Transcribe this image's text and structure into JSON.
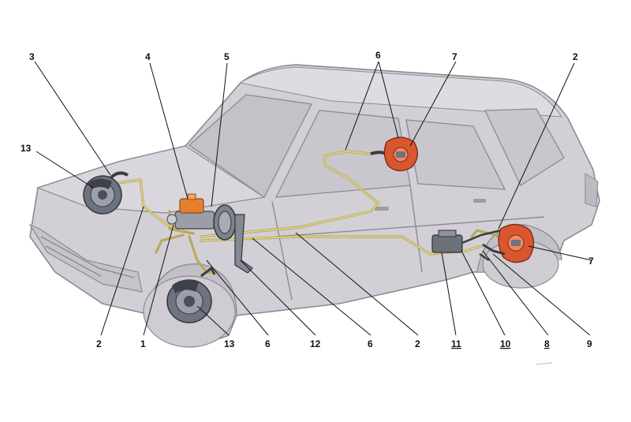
{
  "labels": [
    {
      "id": "lbl-3",
      "text": "3"
    },
    {
      "id": "lbl-4",
      "text": "4"
    },
    {
      "id": "lbl-5",
      "text": "5"
    },
    {
      "id": "lbl-6t",
      "text": "6"
    },
    {
      "id": "lbl-7t",
      "text": "7"
    },
    {
      "id": "lbl-2t",
      "text": "2"
    },
    {
      "id": "lbl-13a",
      "text": "13"
    },
    {
      "id": "lbl-7r",
      "text": "7"
    },
    {
      "id": "lbl-2a",
      "text": "2"
    },
    {
      "id": "lbl-1",
      "text": "1"
    },
    {
      "id": "lbl-13b",
      "text": "13"
    },
    {
      "id": "lbl-6a",
      "text": "6"
    },
    {
      "id": "lbl-12",
      "text": "12"
    },
    {
      "id": "lbl-6b",
      "text": "6"
    },
    {
      "id": "lbl-2b",
      "text": "2"
    },
    {
      "id": "lbl-11",
      "text": "11"
    },
    {
      "id": "lbl-10",
      "text": "10"
    },
    {
      "id": "lbl-8",
      "text": "8"
    },
    {
      "id": "lbl-9",
      "text": "9"
    }
  ],
  "colors": {
    "car_body": "#d2cfd6",
    "car_outline": "#8d8a93",
    "brake_pipe": "#b9a95a",
    "reservoir": "#e6802f",
    "rear_brake": "#d9562f",
    "disc": "#6f7380"
  }
}
